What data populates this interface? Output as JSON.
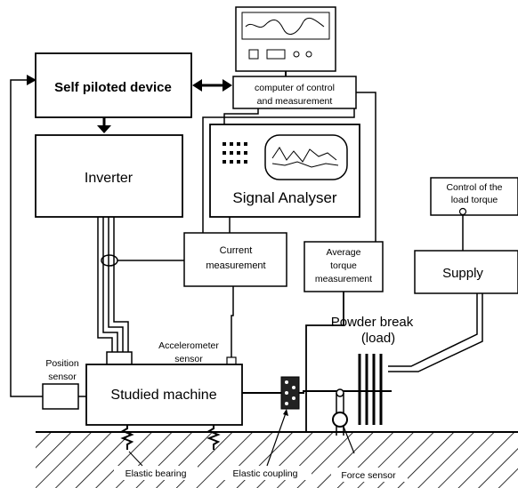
{
  "blocks": {
    "self_piloted": "Self piloted device",
    "computer_line1": "computer of control",
    "computer_line2": "and measurement",
    "inverter": "Inverter",
    "signal_analyser": "Signal Analyser",
    "current_line1": "Current",
    "current_line2": "measurement",
    "average_line1": "Average",
    "average_line2": "torque",
    "average_line3": "measurement",
    "control_line1": "Control of the",
    "control_line2": "load torque",
    "supply": "Supply",
    "powder_line1": "Powder break",
    "powder_line2": "(load)",
    "studied_machine": "Studied machine"
  },
  "labels": {
    "accelerometer_line1": "Accelerometer",
    "accelerometer_line2": "sensor",
    "position_line1": "Position",
    "position_line2": "sensor",
    "elastic_bearing": "Elastic bearing",
    "elastic_coupling": "Elastic coupling",
    "force_sensor": "Force sensor"
  }
}
